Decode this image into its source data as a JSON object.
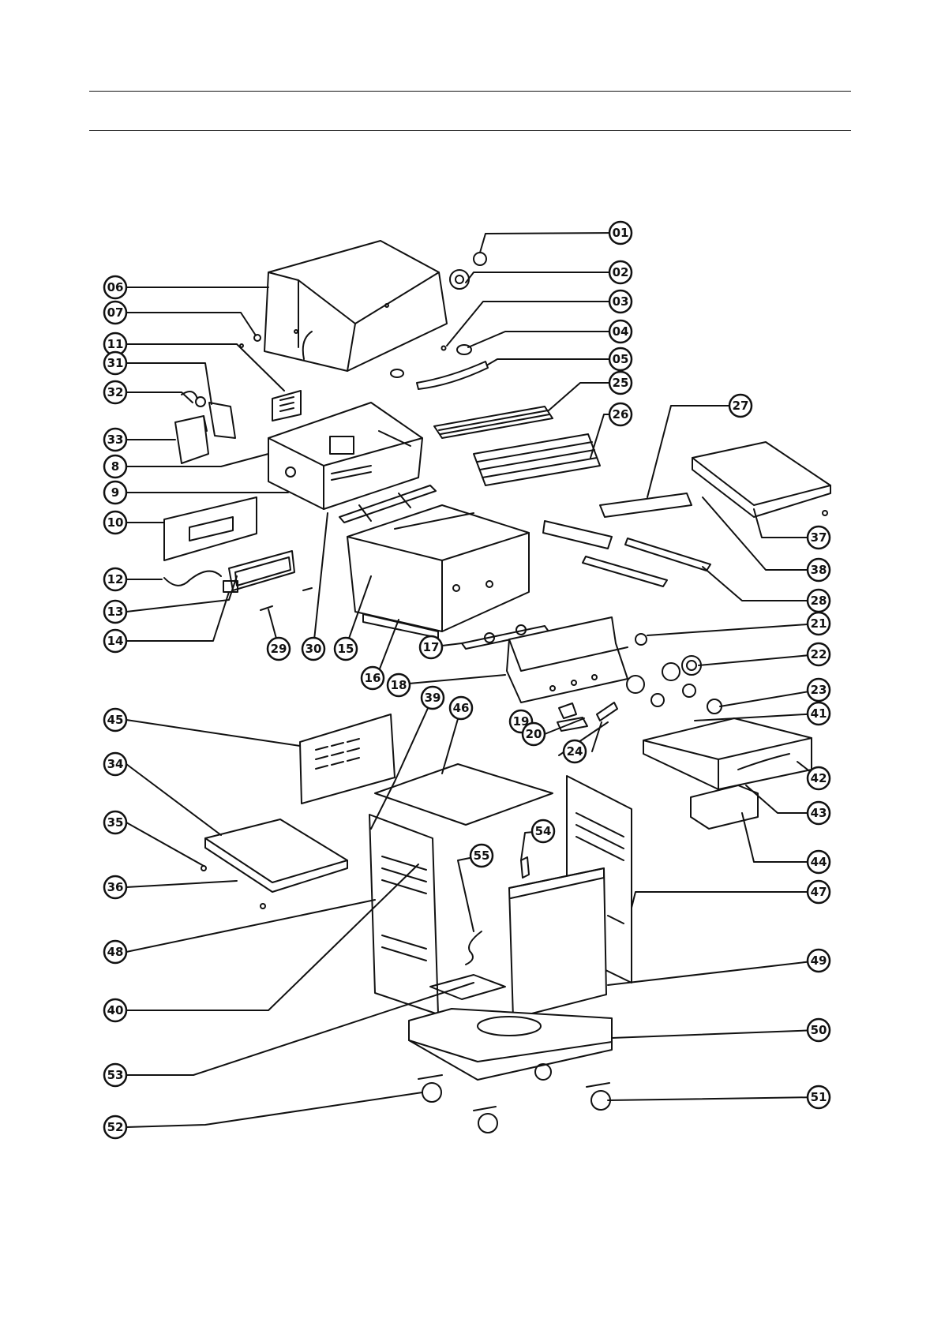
{
  "callouts": [
    {
      "id": "c01",
      "label": "01"
    },
    {
      "id": "c02",
      "label": "02"
    },
    {
      "id": "c03",
      "label": "03"
    },
    {
      "id": "c04",
      "label": "04"
    },
    {
      "id": "c05",
      "label": "05"
    },
    {
      "id": "c06",
      "label": "06"
    },
    {
      "id": "c07",
      "label": "07"
    },
    {
      "id": "c11",
      "label": "11"
    },
    {
      "id": "c31",
      "label": "31"
    },
    {
      "id": "c32",
      "label": "32"
    },
    {
      "id": "c33",
      "label": "33"
    },
    {
      "id": "c8",
      "label": "8"
    },
    {
      "id": "c9",
      "label": "9"
    },
    {
      "id": "c10",
      "label": "10"
    },
    {
      "id": "c12",
      "label": "12"
    },
    {
      "id": "c13",
      "label": "13"
    },
    {
      "id": "c14",
      "label": "14"
    },
    {
      "id": "c29",
      "label": "29"
    },
    {
      "id": "c30",
      "label": "30"
    },
    {
      "id": "c15",
      "label": "15"
    },
    {
      "id": "c16",
      "label": "16"
    },
    {
      "id": "c17",
      "label": "17"
    },
    {
      "id": "c18",
      "label": "18"
    },
    {
      "id": "c25",
      "label": "25"
    },
    {
      "id": "c26",
      "label": "26"
    },
    {
      "id": "c27",
      "label": "27"
    },
    {
      "id": "c37",
      "label": "37"
    },
    {
      "id": "c38",
      "label": "38"
    },
    {
      "id": "c28",
      "label": "28"
    },
    {
      "id": "c21",
      "label": "21"
    },
    {
      "id": "c22",
      "label": "22"
    },
    {
      "id": "c23",
      "label": "23"
    },
    {
      "id": "c41",
      "label": "41"
    },
    {
      "id": "c42",
      "label": "42"
    },
    {
      "id": "c43",
      "label": "43"
    },
    {
      "id": "c44",
      "label": "44"
    },
    {
      "id": "c19",
      "label": "19"
    },
    {
      "id": "c20",
      "label": "20"
    },
    {
      "id": "c24",
      "label": "24"
    },
    {
      "id": "c39",
      "label": "39"
    },
    {
      "id": "c46",
      "label": "46"
    },
    {
      "id": "c45",
      "label": "45"
    },
    {
      "id": "c34",
      "label": "34"
    },
    {
      "id": "c35",
      "label": "35"
    },
    {
      "id": "c36",
      "label": "36"
    },
    {
      "id": "c48",
      "label": "48"
    },
    {
      "id": "c40",
      "label": "40"
    },
    {
      "id": "c53",
      "label": "53"
    },
    {
      "id": "c52",
      "label": "52"
    },
    {
      "id": "c54",
      "label": "54"
    },
    {
      "id": "c55",
      "label": "55"
    },
    {
      "id": "c47",
      "label": "47"
    },
    {
      "id": "c49",
      "label": "49"
    },
    {
      "id": "c50",
      "label": "50"
    },
    {
      "id": "c51",
      "label": "51"
    }
  ]
}
